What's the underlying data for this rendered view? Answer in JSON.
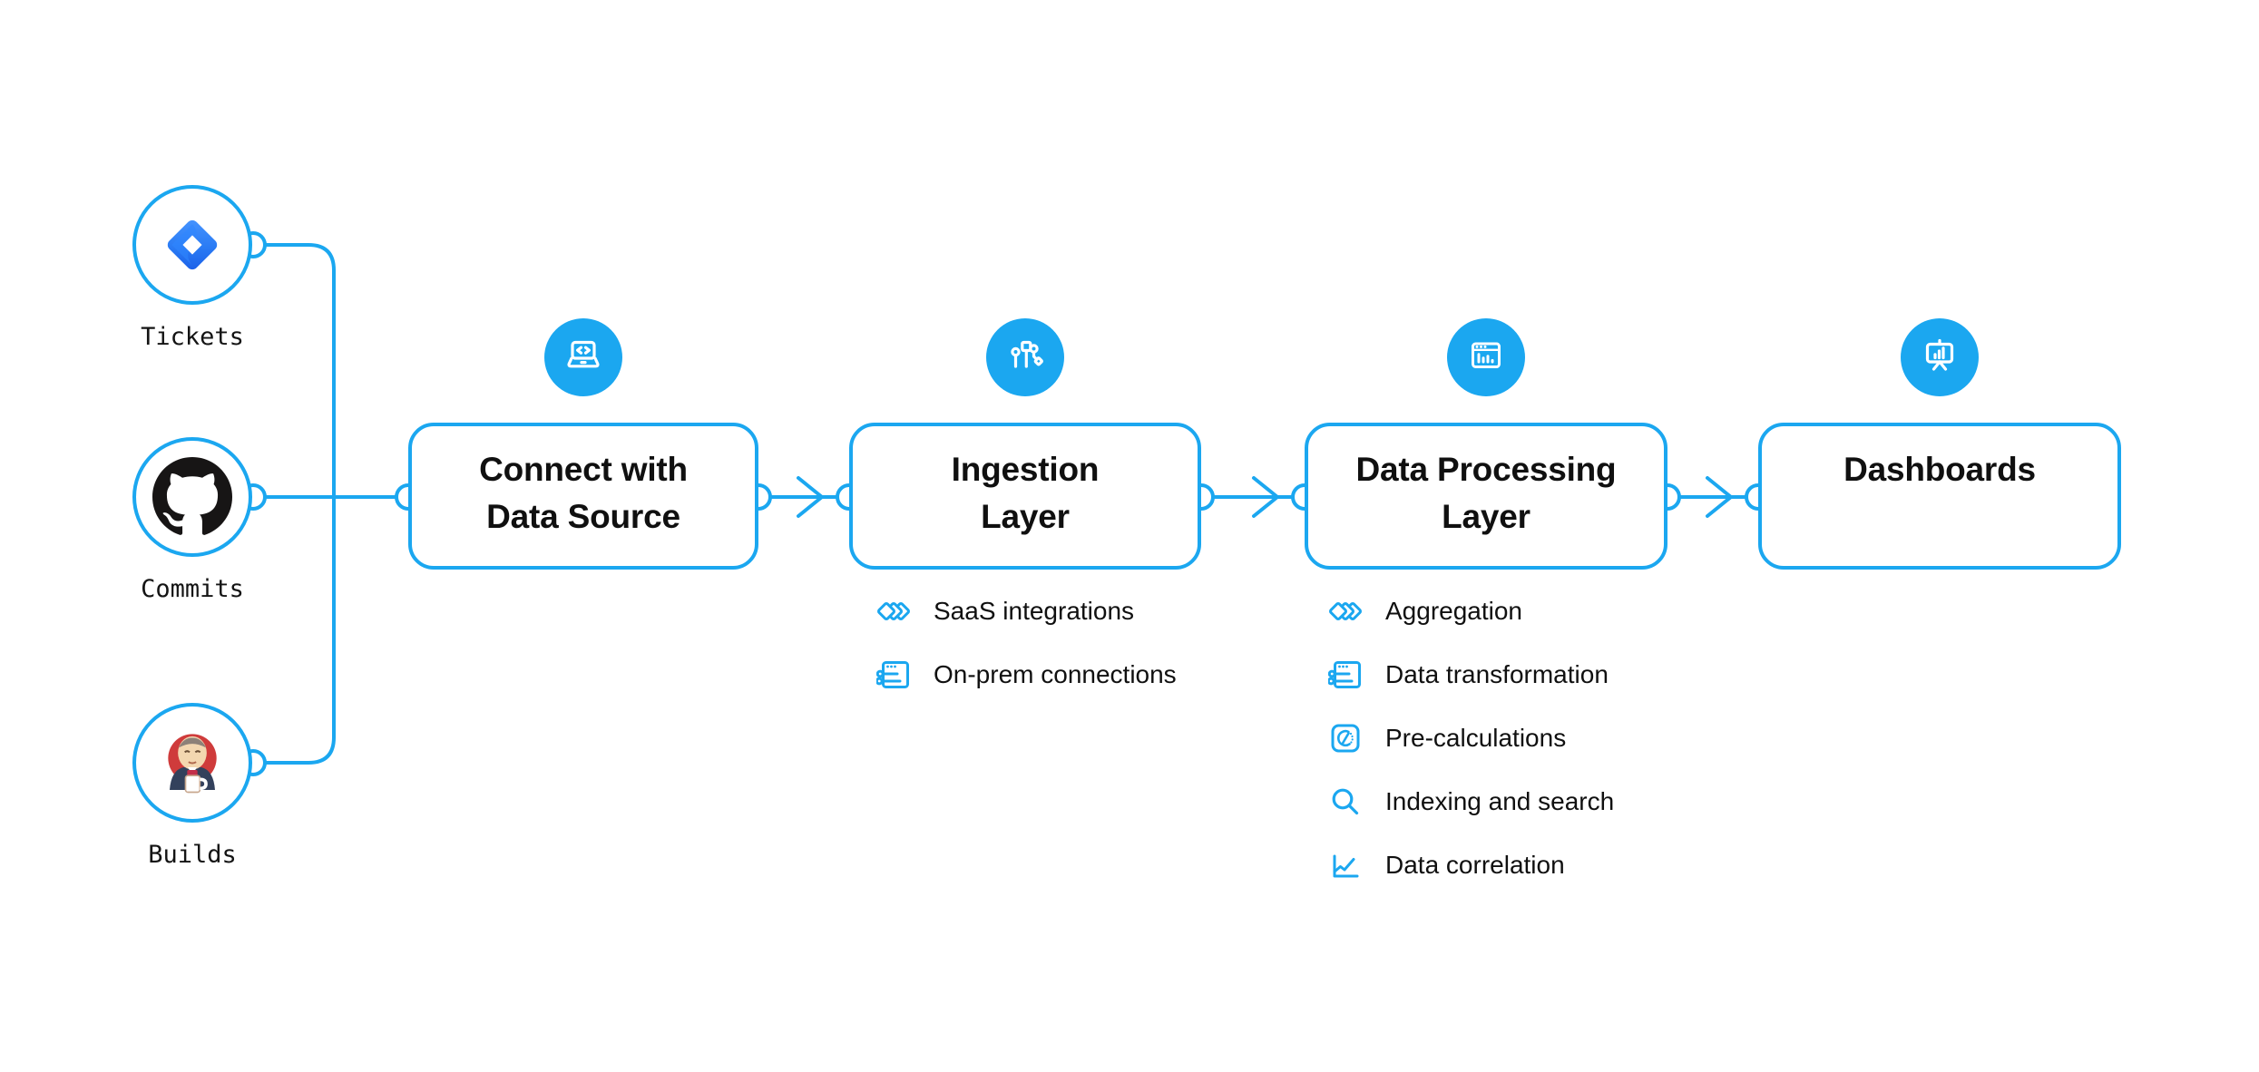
{
  "diagram": {
    "sources": [
      {
        "label": "Tickets",
        "icon": "jira-icon"
      },
      {
        "label": "Commits",
        "icon": "github-icon"
      },
      {
        "label": "Builds",
        "icon": "jenkins-icon"
      }
    ],
    "stages": [
      {
        "lines": [
          "Connect with",
          "Data Source"
        ],
        "icon": "laptop-code-icon",
        "features": []
      },
      {
        "lines": [
          "Ingestion",
          "Layer"
        ],
        "icon": "circuit-icon",
        "features": [
          {
            "label": "SaaS integrations",
            "icon": "stacked-diamonds-icon"
          },
          {
            "label": "On-prem connections",
            "icon": "window-sliders-icon"
          }
        ]
      },
      {
        "lines": [
          "Data Processing",
          "Layer"
        ],
        "icon": "window-chart-icon",
        "features": [
          {
            "label": "Aggregation",
            "icon": "stacked-diamonds-icon"
          },
          {
            "label": "Data transformation",
            "icon": "window-sliders-icon"
          },
          {
            "label": "Pre-calculations",
            "icon": "timer-icon"
          },
          {
            "label": "Indexing and search",
            "icon": "search-icon"
          },
          {
            "label": "Data correlation",
            "icon": "line-chart-icon"
          }
        ]
      },
      {
        "lines": [
          "Dashboards"
        ],
        "icon": "presentation-chart-icon",
        "features": []
      }
    ],
    "colors": {
      "accent_blue": "#1BA7F0",
      "text_black": "#101010"
    }
  }
}
